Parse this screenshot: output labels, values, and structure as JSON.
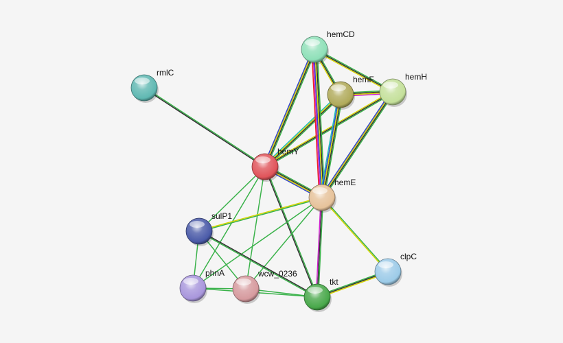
{
  "network": {
    "nodes": [
      {
        "id": "hemCD",
        "label": "hemCD",
        "color": "#8ee0b8"
      },
      {
        "id": "rmlC",
        "label": "rmlC",
        "color": "#5fb8b2"
      },
      {
        "id": "hemF",
        "label": "hemF",
        "color": "#b0aa5a"
      },
      {
        "id": "hemH",
        "label": "hemH",
        "color": "#c4e09a"
      },
      {
        "id": "hemY",
        "label": "hemY",
        "color": "#e0545a"
      },
      {
        "id": "hemE",
        "label": "hemE",
        "color": "#e6c29a"
      },
      {
        "id": "sulP1",
        "label": "sulP1",
        "color": "#4a5aa8"
      },
      {
        "id": "clpC",
        "label": "clpC",
        "color": "#9ccbe8"
      },
      {
        "id": "phnA",
        "label": "phnA",
        "color": "#a896dc"
      },
      {
        "id": "wcw_0236",
        "label": "wcw_0236",
        "color": "#d69a9e"
      },
      {
        "id": "tkt",
        "label": "tkt",
        "color": "#48a84a"
      }
    ],
    "edges": [
      {
        "a": "rmlC",
        "b": "hemY",
        "colors": [
          "#3ab24a",
          "#333333"
        ]
      },
      {
        "a": "hemCD",
        "b": "hemY",
        "colors": [
          "#3ab24a",
          "#333333",
          "#d4d400",
          "#3344cc"
        ]
      },
      {
        "a": "hemF",
        "b": "hemY",
        "colors": [
          "#3ab24a",
          "#333333",
          "#d4d400",
          "#22bbbb"
        ]
      },
      {
        "a": "hemH",
        "b": "hemY",
        "colors": [
          "#3ab24a",
          "#333333",
          "#d4d400"
        ]
      },
      {
        "a": "hemCD",
        "b": "hemE",
        "colors": [
          "#3ab24a",
          "#333333",
          "#d4d400",
          "#3344cc",
          "#cc22cc",
          "#ee2222"
        ]
      },
      {
        "a": "hemF",
        "b": "hemE",
        "colors": [
          "#3ab24a",
          "#333333",
          "#d4d400",
          "#3344cc",
          "#22bbbb"
        ]
      },
      {
        "a": "hemH",
        "b": "hemE",
        "colors": [
          "#3ab24a",
          "#333333",
          "#d4d400",
          "#3344cc"
        ]
      },
      {
        "a": "hemCD",
        "b": "hemF",
        "colors": [
          "#3ab24a",
          "#333333",
          "#d4d400"
        ]
      },
      {
        "a": "hemCD",
        "b": "hemH",
        "colors": [
          "#3ab24a",
          "#333333",
          "#d4d400"
        ]
      },
      {
        "a": "hemF",
        "b": "hemH",
        "colors": [
          "#3ab24a",
          "#333333",
          "#d4d400",
          "#cc22cc"
        ]
      },
      {
        "a": "hemY",
        "b": "hemE",
        "colors": [
          "#3ab24a",
          "#333333",
          "#d4d400",
          "#3344cc"
        ]
      },
      {
        "a": "hemY",
        "b": "sulP1",
        "colors": [
          "#3ab24a"
        ]
      },
      {
        "a": "hemY",
        "b": "phnA",
        "colors": [
          "#3ab24a"
        ]
      },
      {
        "a": "hemY",
        "b": "wcw_0236",
        "colors": [
          "#3ab24a"
        ]
      },
      {
        "a": "hemY",
        "b": "tkt",
        "colors": [
          "#3ab24a",
          "#333333"
        ]
      },
      {
        "a": "hemE",
        "b": "sulP1",
        "colors": [
          "#3ab24a",
          "#d4d400"
        ]
      },
      {
        "a": "hemE",
        "b": "phnA",
        "colors": [
          "#3ab24a"
        ]
      },
      {
        "a": "hemE",
        "b": "wcw_0236",
        "colors": [
          "#3ab24a"
        ]
      },
      {
        "a": "hemE",
        "b": "tkt",
        "colors": [
          "#3ab24a",
          "#333333",
          "#cc22cc"
        ]
      },
      {
        "a": "hemE",
        "b": "clpC",
        "colors": [
          "#3ab24a",
          "#d4d400"
        ]
      },
      {
        "a": "sulP1",
        "b": "phnA",
        "colors": [
          "#3ab24a"
        ]
      },
      {
        "a": "sulP1",
        "b": "wcw_0236",
        "colors": [
          "#3ab24a"
        ]
      },
      {
        "a": "sulP1",
        "b": "tkt",
        "colors": [
          "#333333",
          "#3ab24a"
        ]
      },
      {
        "a": "phnA",
        "b": "wcw_0236",
        "colors": [
          "#3ab24a"
        ]
      },
      {
        "a": "phnA",
        "b": "tkt",
        "colors": [
          "#3ab24a"
        ]
      },
      {
        "a": "wcw_0236",
        "b": "tkt",
        "colors": [
          "#3ab24a"
        ]
      },
      {
        "a": "tkt",
        "b": "clpC",
        "colors": [
          "#3ab24a",
          "#333333",
          "#d4d400"
        ]
      }
    ]
  }
}
